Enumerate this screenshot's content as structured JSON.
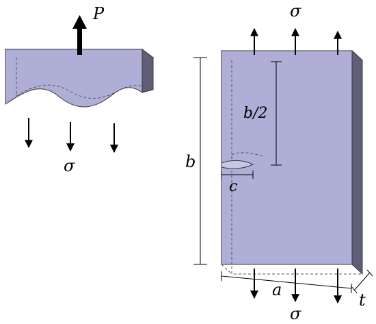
{
  "labels": {
    "left_force": "P",
    "left_stress": "σ",
    "right_stress_top": "σ",
    "right_stress_bottom": "σ",
    "half_height": "b/2",
    "height": "b",
    "crack_length": "c",
    "width": "a",
    "thickness": "t"
  },
  "colors": {
    "face_front": "#aeaed6",
    "face_top": "#c6c6e6",
    "face_side": "#5e5e78",
    "stroke": "#3a3a3a",
    "arrow": "#000000"
  }
}
